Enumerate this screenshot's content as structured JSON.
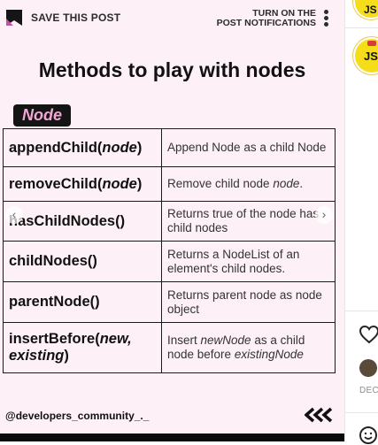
{
  "post": {
    "save_label": "SAVE THIS POST",
    "notify_line1": "TURN ON THE",
    "notify_line2": "POST NOTIFICATIONS",
    "title": "Methods to play with nodes",
    "badge": "Node",
    "rows": [
      {
        "method": "appendChild(",
        "method_arg": "node",
        "method_end": ")",
        "desc": "Append Node as a child Node"
      },
      {
        "method": "removeChild(",
        "method_arg": "node",
        "method_end": ")",
        "desc_pre": "Remove child node ",
        "desc_em": "node",
        "desc_post": "."
      },
      {
        "method": "hasChildNodes()",
        "desc": "Returns true of the node has child nodes"
      },
      {
        "method": "childNodes()",
        "desc": "Returns a NodeList of an element's child nodes."
      },
      {
        "method": "parentNode()",
        "desc": "Returns parent node as node object"
      },
      {
        "method": "insertBefore(",
        "method_arg": "new, existing",
        "method_end": ")",
        "desc_pre": "Insert ",
        "desc_em": "newNode",
        "desc_mid": " as a child node before ",
        "desc_em2": "existingNode"
      }
    ],
    "handle": "@developers_community_._"
  },
  "sidebar": {
    "avatar_text": "JS",
    "date": "DEC"
  },
  "icons": [
    "bookmark-icon",
    "more-vertical-icon",
    "chevron-left-icon",
    "chevron-right-icon",
    "triple-chevron-left-icon",
    "heart-icon",
    "emoji-icon"
  ],
  "colors": {
    "post_bg": "#fdf1f7",
    "badge_text": "#f2a6d5",
    "js_yellow": "#f5de19"
  }
}
